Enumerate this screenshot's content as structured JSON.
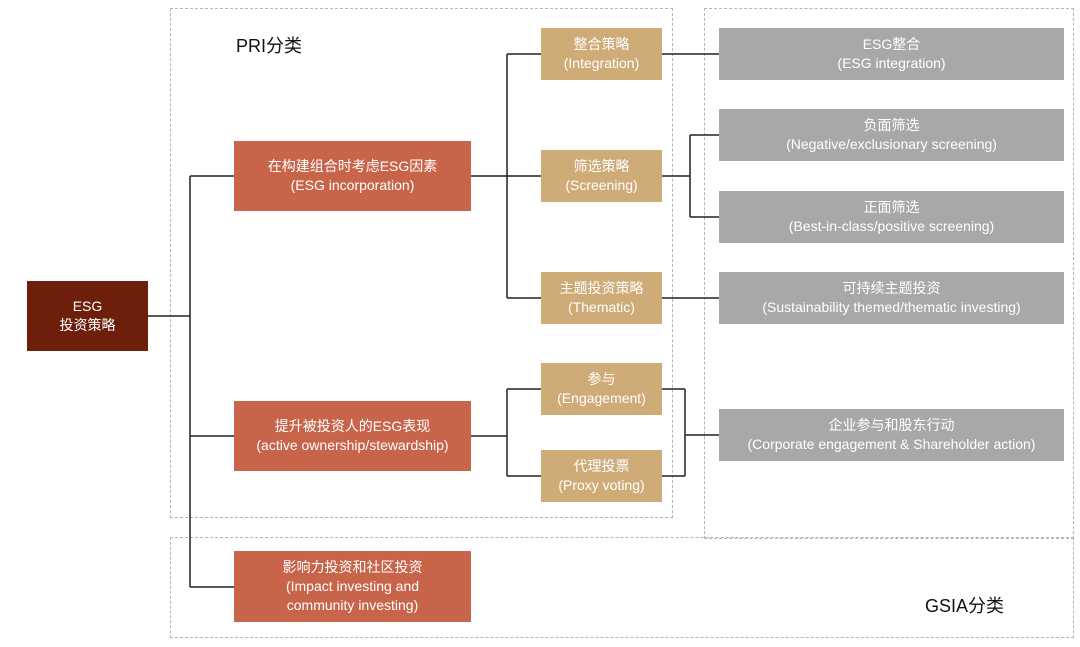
{
  "regions": {
    "pri_label": "PRI分类",
    "gsia_label": "GSIA分类"
  },
  "root": {
    "line1": "ESG",
    "line2": "投资策略"
  },
  "level1": {
    "incorporation": {
      "line1": "在构建组合时考虑ESG因素",
      "line2": "(ESG incorporation)"
    },
    "active_ownership": {
      "line1": "提升被投资人的ESG表现",
      "line2": "(active ownership/stewardship)"
    },
    "impact": {
      "line1": "影响力投资和社区投资",
      "line2": "(Impact investing and",
      "line3": "community investing)"
    }
  },
  "level2": {
    "integration": {
      "line1": "整合策略",
      "line2": "(Integration)"
    },
    "screening": {
      "line1": "筛选策略",
      "line2": "(Screening)"
    },
    "thematic": {
      "line1": "主题投资策略",
      "line2": "(Thematic)"
    },
    "engagement": {
      "line1": "参与",
      "line2": "(Engagement)"
    },
    "proxy": {
      "line1": "代理投票",
      "line2": "(Proxy voting)"
    }
  },
  "gsia": {
    "esg_integration": {
      "line1": "ESG整合",
      "line2": "(ESG integration)"
    },
    "negative": {
      "line1": "负面筛选",
      "line2": "(Negative/exclusionary screening)"
    },
    "positive": {
      "line1": "正面筛选",
      "line2": "(Best-in-class/positive screening)"
    },
    "sustainability": {
      "line1": "可持续主题投资",
      "line2": "(Sustainability themed/thematic investing)"
    },
    "corporate": {
      "line1": "企业参与和股东行动",
      "line2": "(Corporate engagement & Shareholder action)"
    }
  },
  "colors": {
    "root": "#6e1f0c",
    "level1": "#c8644a",
    "level2": "#cfab78",
    "gsia": "#a8a8a8",
    "connector": "#222222",
    "dashed_border": "#b5b5b5"
  }
}
